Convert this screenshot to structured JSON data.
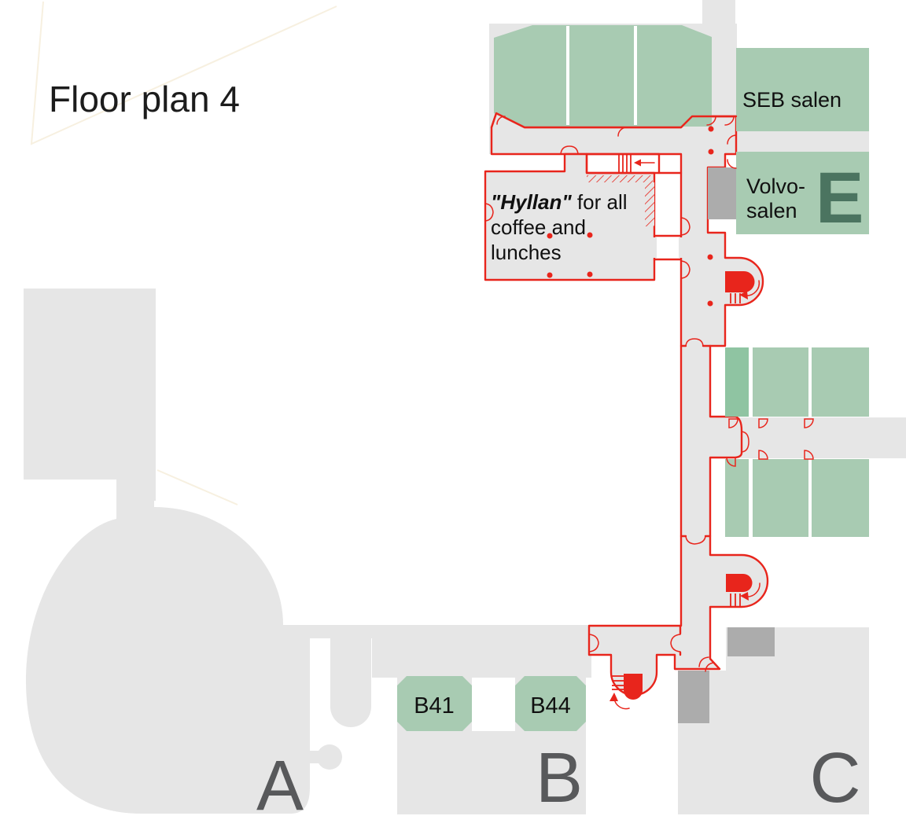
{
  "title": "Floor plan 4",
  "rooms": {
    "seb_salen": "SEB salen",
    "volvo_salen_line1": "Volvo-",
    "volvo_salen_line2": "salen",
    "b41": "B41",
    "b44": "B44"
  },
  "annotations": {
    "hyllan_name": "\"Hyllan\"",
    "hyllan_text1": " for all",
    "hyllan_text2": "coffee and",
    "hyllan_text3": "lunches"
  },
  "wings": {
    "a": "A",
    "b": "B",
    "c": "C",
    "e": "E"
  },
  "colors": {
    "room_green": "#a8cbb2",
    "room_green_dark": "#8fc4a2",
    "building_gray": "#e6e6e6",
    "elevator_gray": "#acacac",
    "outline_red": "#e8251c",
    "wing_letter_gray": "#58595b",
    "wing_letter_green": "#4b7460",
    "accent_line": "#f5ecd8"
  }
}
